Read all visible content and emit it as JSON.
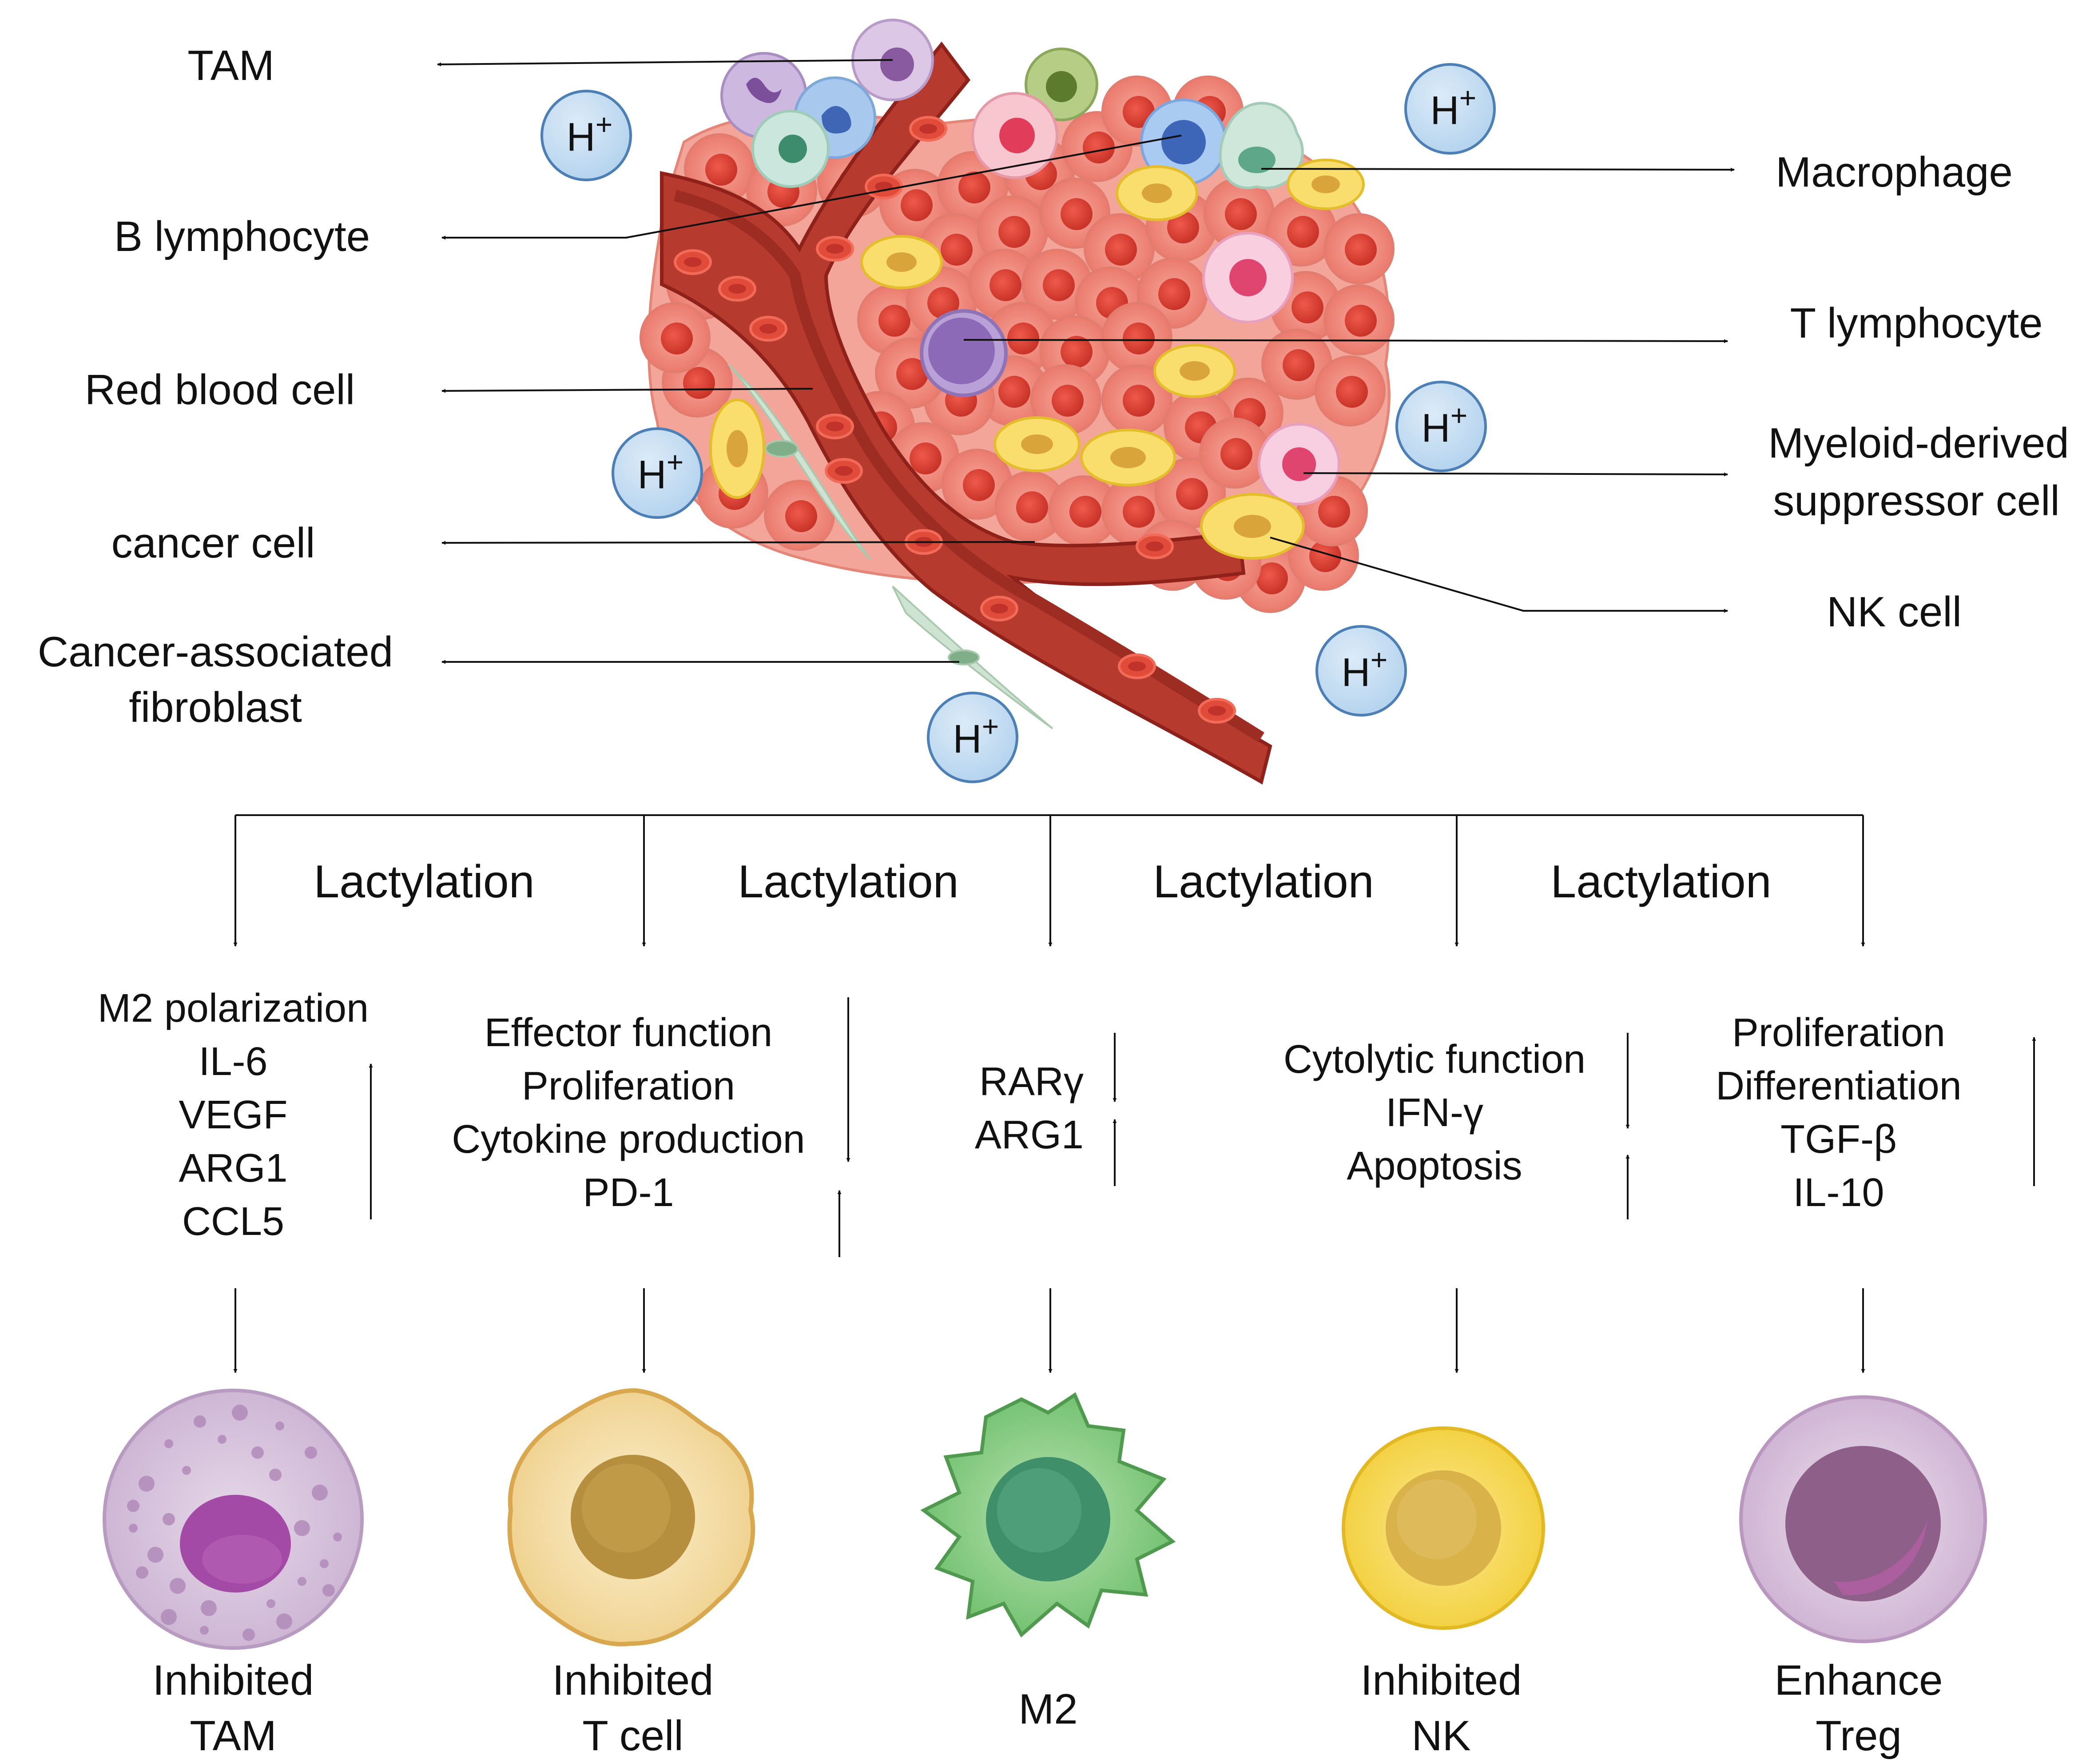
{
  "tumor_labels": {
    "tam": "TAM",
    "b_lymphocyte": "B lymphocyte",
    "red_blood_cell": "Red blood cell",
    "cancer_cell": "cancer cell",
    "caf_line1": "Cancer-associated",
    "caf_line2": "fibroblast",
    "macrophage": "Macrophage",
    "t_lymphocyte": "T lymphocyte",
    "mdsc_line1": "Myeloid-derived",
    "mdsc_line2": "suppressor cell",
    "nk_cell": "NK cell"
  },
  "proton": {
    "symbol": "H",
    "charge": "+"
  },
  "lactylation_label": "Lactylation",
  "columns": [
    {
      "effects": [
        {
          "text": "M2 polarization"
        },
        {
          "text": "IL-6"
        },
        {
          "text": "VEGF"
        },
        {
          "text": "ARG1"
        },
        {
          "text": "CCL5"
        }
      ],
      "change": "↑",
      "outcome": [
        "Inhibited",
        "TAM"
      ],
      "cell_color": "#d9c5de"
    },
    {
      "effects": [
        {
          "text": "Effector function"
        },
        {
          "text": "Proliferation"
        },
        {
          "text": "Cytokine production"
        },
        {
          "text": "PD-1"
        }
      ],
      "change": [
        "↓",
        "↑"
      ],
      "outcome": [
        "Inhibited",
        "T cell"
      ],
      "cell_color": "#f7e3a8"
    },
    {
      "effects": [
        {
          "text": "RARγ",
          "change": "↓"
        },
        {
          "text": "ARG1",
          "change": "↑"
        }
      ],
      "outcome": [
        "M2"
      ],
      "cell_color": "#9fd49a"
    },
    {
      "effects": [
        {
          "text": "Cytolytic function"
        },
        {
          "text": "IFN-γ"
        },
        {
          "text": "Apoptosis"
        }
      ],
      "change": [
        "↓",
        "↑"
      ],
      "outcome": [
        "Inhibited",
        "NK"
      ],
      "cell_color": "#f9de6e"
    },
    {
      "effects": [
        {
          "text": "Proliferation"
        },
        {
          "text": "Differentiation"
        },
        {
          "text": "TGF-β"
        },
        {
          "text": "IL-10"
        }
      ],
      "change": "↑",
      "outcome": [
        "Enhance",
        "Treg"
      ],
      "cell_color": "#dcc6de"
    }
  ]
}
